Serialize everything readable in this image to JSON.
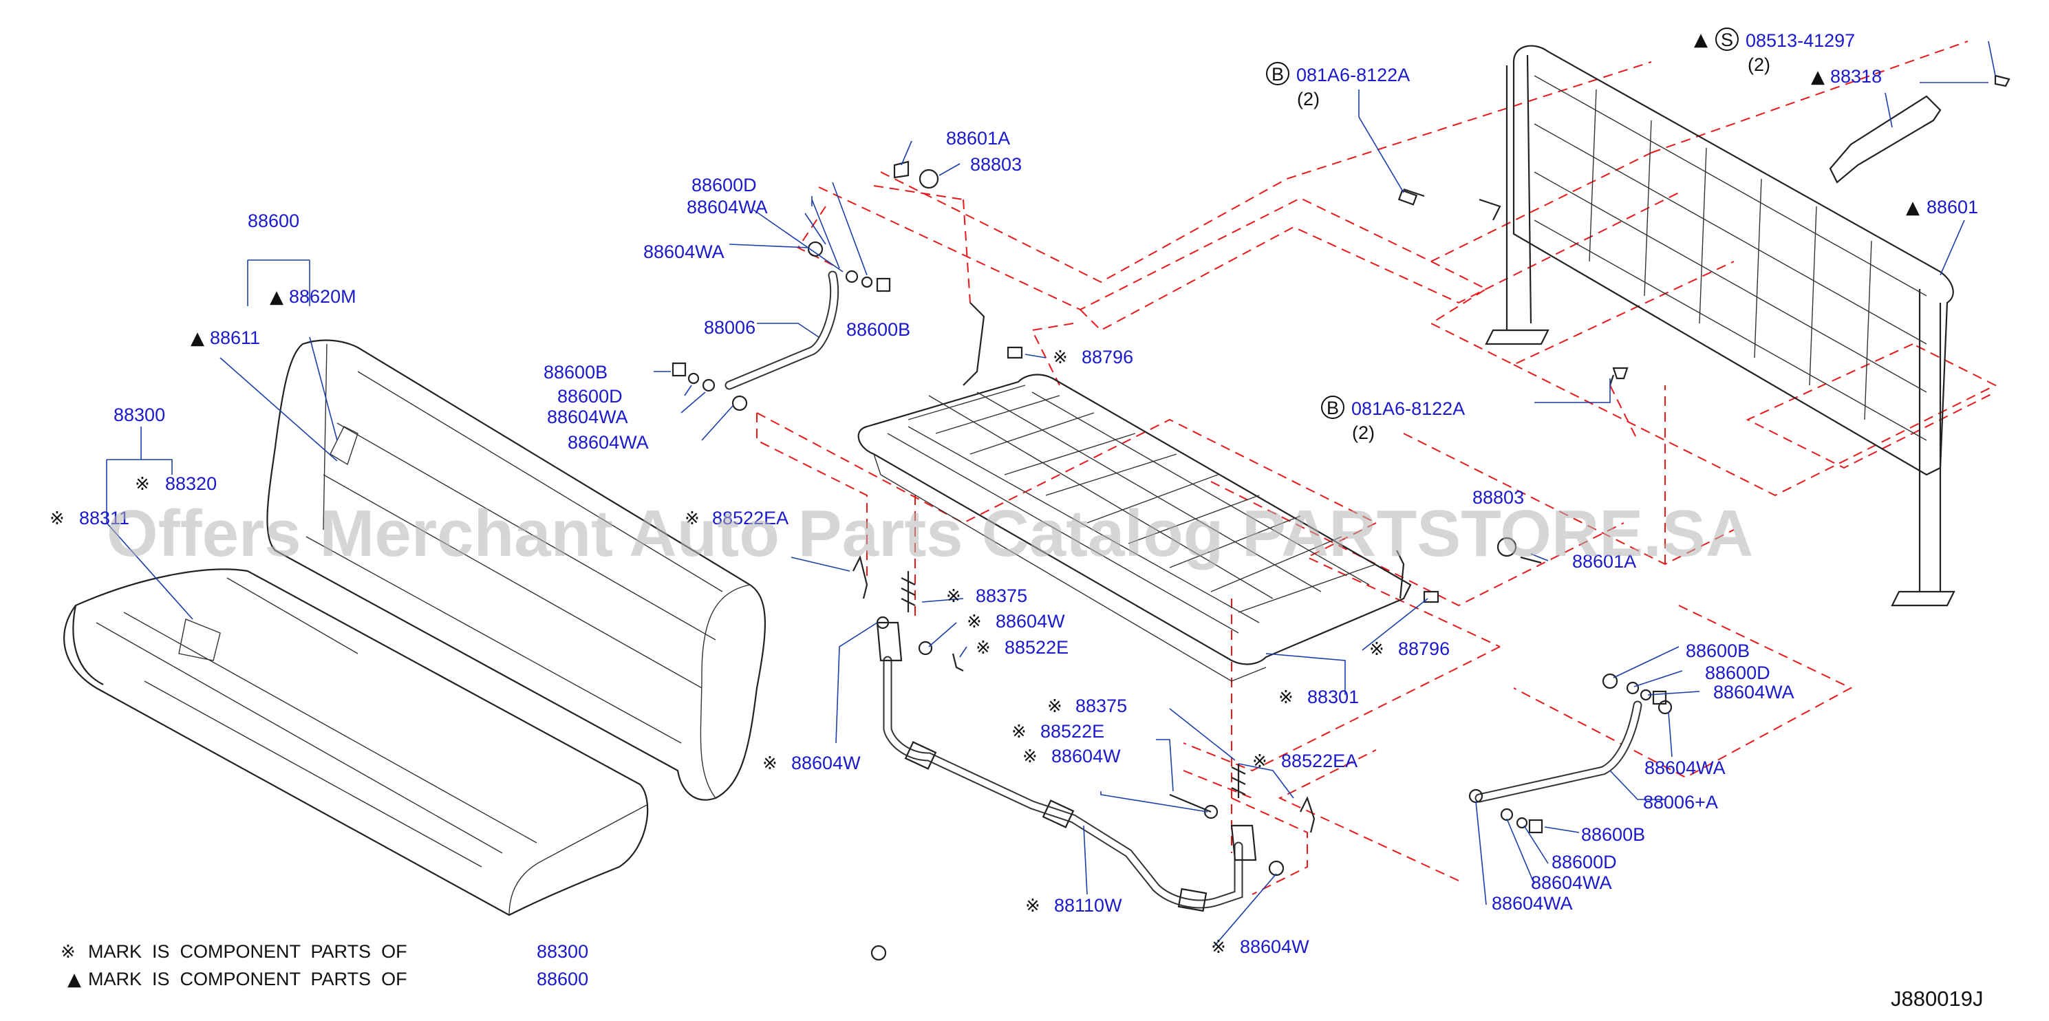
{
  "watermark": "Offers Merchant Auto Parts Catalog PARTSTORE.SA",
  "diagram_code": "J880019J",
  "legend": [
    {
      "symbol": "※",
      "text": "MARK  IS  COMPONENT  PARTS  OF",
      "part": "88300"
    },
    {
      "symbol": "▲",
      "text": "MARK  IS  COMPONENT  PARTS  OF",
      "part": "88600"
    }
  ],
  "labels": {
    "p88600": "88600",
    "p88620M": "88620M",
    "p88611": "88611",
    "p88300": "88300",
    "p88320": "88320",
    "p88311": "88311",
    "p88600D_a": "88600D",
    "p88604WA_a": "88604WA",
    "p88604WA_b": "88604WA",
    "p88006": "88006",
    "p88600B_a": "88600B",
    "p88600B_b": "88600B",
    "p88600D_b": "88600D",
    "p88604WA_c": "88604WA",
    "p88604WA_d": "88604WA",
    "p88601A_a": "88601A",
    "p88803": "88803",
    "p88796_a": "88796",
    "p88522EA_a": "88522EA",
    "p88375_a": "88375",
    "p88604W_a": "88604W",
    "p88522E_a": "88522E",
    "p88604W_b": "88604W",
    "p88375_b": "88375",
    "p88522E_b": "88522E",
    "p88604W_c": "88604W",
    "p88522EA_b": "88522EA",
    "p88110W": "88110W",
    "p88604W_d": "88604W",
    "p88301": "88301",
    "p88796_b": "88796",
    "p88601A_b": "88601A",
    "p88803_b": "88803",
    "p081A6_a": "081A6-8122A",
    "qty_a": "(2)",
    "p081A6_b": "081A6-8122A",
    "qty_b": "(2)",
    "p08513": "08513-41297",
    "qty_c": "(2)",
    "p88318": "88318",
    "p88601": "88601",
    "p88600B_c": "88600B",
    "p88600D_c": "88600D",
    "p88604WA_e": "88604WA",
    "p88604WA_f": "88604WA",
    "p88006A": "88006+A",
    "p88600B_d": "88600B",
    "p88600D_d": "88600D",
    "p88604WA_g": "88604WA",
    "p88604WA_h": "88604WA",
    "circ_b": "B",
    "circ_s": "S",
    "sym_kome": "※",
    "sym_tri": "▲"
  },
  "colors": {
    "label_blue": "#1a1acc",
    "phantom_red": "#e81818",
    "line_dark": "#222222"
  }
}
